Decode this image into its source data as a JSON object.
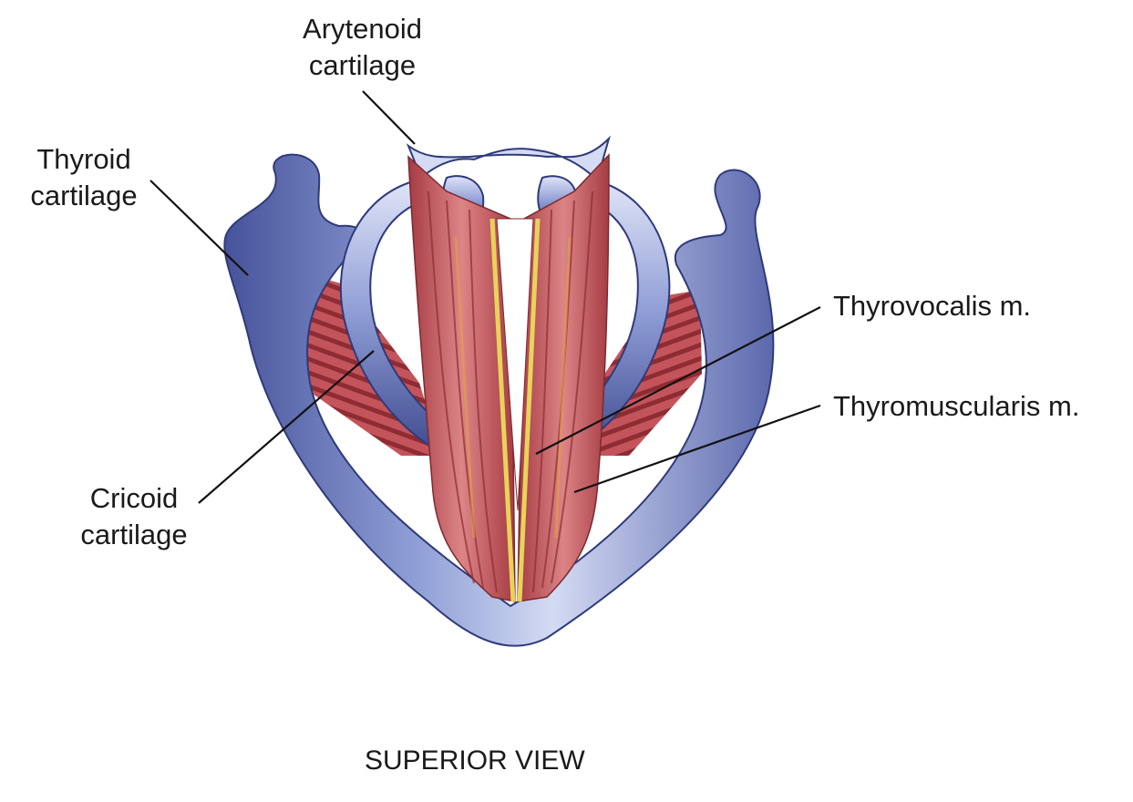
{
  "labels": {
    "arytenoid_line1": "Arytenoid",
    "arytenoid_line2": "cartilage",
    "thyroid_line1": "Thyroid",
    "thyroid_line2": "cartilage",
    "thyrovocalis": "Thyrovocalis m.",
    "thyromuscularis": "Thyromuscularis m.",
    "cricoid_line1": "Cricoid",
    "cricoid_line2": "cartilage"
  },
  "view_caption": "SUPERIOR VIEW",
  "colors": {
    "cartilage": "#7f8fc8",
    "cartilage_light": "#c9d1ee",
    "cartilage_dark": "#3e4c8a",
    "muscle": "#c8555c",
    "muscle_light": "#e08d8e",
    "muscle_dark": "#8e2c33",
    "vocal_ligament": "#e8d35a",
    "leader_line": "#111111"
  }
}
